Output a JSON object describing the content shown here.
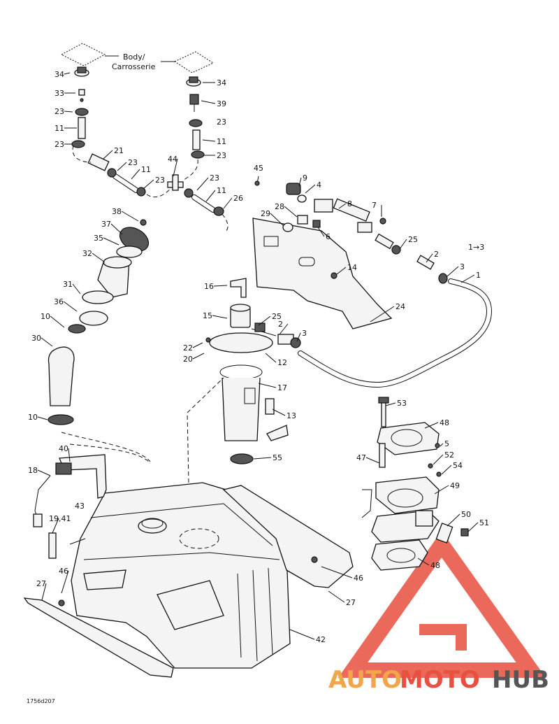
{
  "body_label_1": "Body/",
  "body_label_2": "Carrosserie",
  "diagram_code": "1756d207",
  "watermark": {
    "text_a": "AUTO",
    "text_b": "MOTO",
    "text_c": "HUB",
    "color_primary": "#e8503f",
    "color_secondary": "#f2a54a",
    "color_dark": "#555555"
  },
  "callouts": [
    "34",
    "33",
    "23",
    "11",
    "23",
    "21",
    "23",
    "11",
    "23",
    "44",
    "23",
    "11",
    "26",
    "34",
    "39",
    "23",
    "11",
    "23",
    "45",
    "9",
    "4",
    "28",
    "29",
    "8",
    "6",
    "7",
    "25",
    "1→3",
    "2",
    "3",
    "14",
    "1",
    "24",
    "38",
    "37",
    "35",
    "32",
    "31",
    "36",
    "10",
    "30",
    "10",
    "16",
    "15",
    "25",
    "2",
    "3",
    "22",
    "20",
    "12",
    "17",
    "13",
    "55",
    "53",
    "48",
    "5",
    "52",
    "54",
    "47",
    "49",
    "50",
    "51",
    "48",
    "40",
    "18",
    "43",
    "19,41",
    "27",
    "46",
    "46",
    "27",
    "42"
  ]
}
